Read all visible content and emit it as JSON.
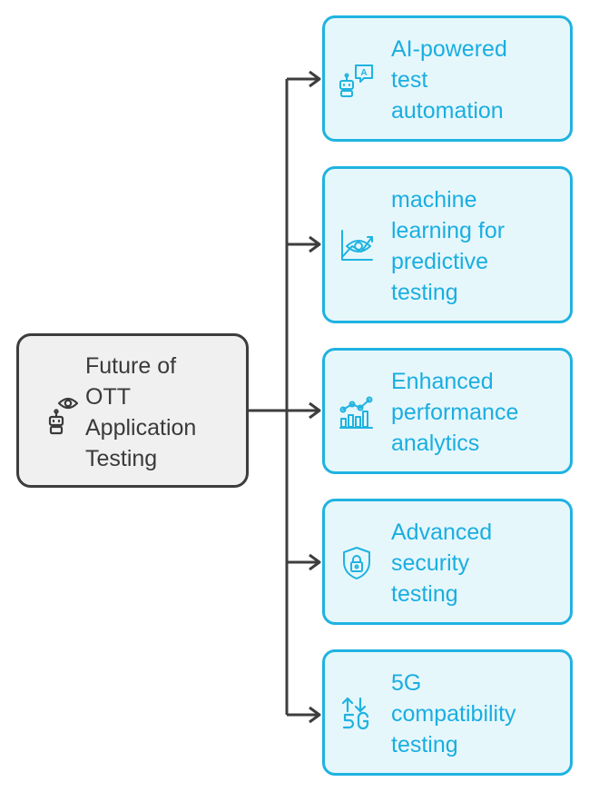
{
  "root": {
    "lines": [
      "Future of",
      "OTT",
      "Application",
      "Testing"
    ],
    "icon": "robot-eye-icon"
  },
  "branches": [
    {
      "lines": [
        "AI-powered",
        "test",
        "automation"
      ],
      "icon": "robot-ai-icon"
    },
    {
      "lines": [
        "machine",
        "learning for",
        "predictive",
        "testing"
      ],
      "icon": "chart-eye-icon"
    },
    {
      "lines": [
        "Enhanced",
        "performance",
        "analytics"
      ],
      "icon": "analytics-chart-icon"
    },
    {
      "lines": [
        "Advanced",
        "security",
        "testing"
      ],
      "icon": "shield-lock-icon"
    },
    {
      "lines": [
        "5G",
        "compatibility",
        "testing"
      ],
      "icon": "5g-signal-icon"
    }
  ],
  "colors": {
    "root_fill": "#f0f0f0",
    "root_stroke": "#3d3d3d",
    "branch_fill": "#e6f7fc",
    "branch_stroke": "#1fb3e0",
    "branch_text": "#1aaee0",
    "connector": "#3d3d3d"
  }
}
